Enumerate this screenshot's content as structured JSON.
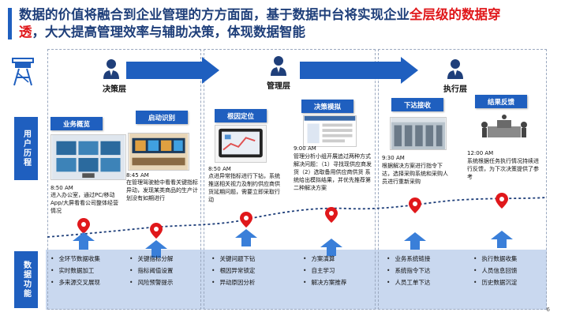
{
  "headline": {
    "line1": "数据的价值将融合到企业管理的方方面面，基于数据中台将实现企业",
    "highlight": "全层级的数据穿透",
    "line2": "，大大提高管理效率与辅助决策，体现数据智能"
  },
  "side_labels": {
    "user": "用户历程",
    "data": "数据功能"
  },
  "stages": [
    {
      "name": "决策层"
    },
    {
      "name": "管理层"
    },
    {
      "name": "执行层"
    }
  ],
  "steps": [
    {
      "tag": "业务概览",
      "time": "8:50 AM",
      "desc": "进入办公室，通过PC/移动App/大屏看看公司整体经营情况"
    },
    {
      "tag": "启动识别",
      "time": "8:45 AM",
      "desc": "在管理驾驶舱中看看关键指标异动，发现某类商品的生产计划没有如期进行"
    },
    {
      "tag": "根因定位",
      "time": "8:50 AM",
      "desc": "点进异常指标进行下钻，系统推送相关视力及制约供应商供货延期问题，需要立即采取行动"
    },
    {
      "tag": "决策模拟",
      "time": "9:00 AM",
      "desc": "管理分析小组开展追过两种方式解决问题：（1）寻找现供应商发货（2）选取备用供应商供货 系统给出模拟结果，并优先推荐第二种解决方案"
    },
    {
      "tag": "下达接收",
      "time": "9:30 AM",
      "desc": "根据解决方案进行指令下达，选择采购系统和采购人员进行重新采购"
    },
    {
      "tag": "结果反馈",
      "time": "12:00 AM",
      "desc": "系统根据任务执行情况持续进行反馈，为下次决策提供了参考"
    }
  ],
  "data_functions": [
    [
      "全环节数据收集",
      "实时数据加工",
      "多来源交叉展现"
    ],
    [
      "关键指标分解",
      "指标阈值设置",
      "风险预警提示"
    ],
    [
      "关键问题下钻",
      "根因异常锁定",
      "异动原因分析"
    ],
    [
      "方案演算",
      "自主学习",
      "解决方案推荐"
    ],
    [
      "业务系统链接",
      "系统指令下达",
      "人员工单下达"
    ],
    [
      "执行数据收集",
      "人员信息回馈",
      "历史数据沉淀"
    ]
  ],
  "page_number": "6",
  "colors": {
    "accent": "#1f5fbf",
    "highlight": "#e0181b",
    "pin": "#e0181b",
    "band": "#c9d8ef"
  }
}
